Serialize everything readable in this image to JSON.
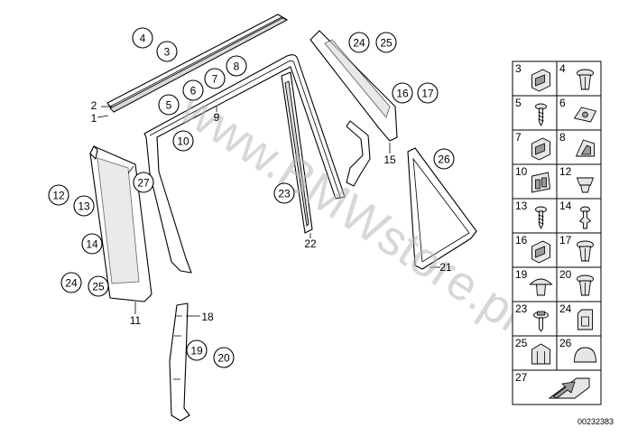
{
  "watermark": "www.BMWstore.pl",
  "diagram_id": "00232383",
  "callouts": [
    "4",
    "3",
    "8",
    "7",
    "6",
    "5",
    "10",
    "24",
    "25",
    "16",
    "17",
    "26",
    "23",
    "27",
    "12",
    "13",
    "14",
    "24",
    "25",
    "19",
    "20"
  ],
  "labels": [
    "2",
    "1",
    "9",
    "15",
    "22",
    "21",
    "11",
    "18"
  ],
  "legend": [
    {
      "num": "3",
      "icon": "clip-icon"
    },
    {
      "num": "4",
      "icon": "expanding-rivet-icon"
    },
    {
      "num": "5",
      "icon": "screw-icon"
    },
    {
      "num": "6",
      "icon": "spring-clip-icon"
    },
    {
      "num": "7",
      "icon": "clip-icon"
    },
    {
      "num": "8",
      "icon": "angled-clip-icon"
    },
    {
      "num": "10",
      "icon": "double-clip-icon"
    },
    {
      "num": "12",
      "icon": "nut-clip-icon"
    },
    {
      "num": "13",
      "icon": "screw-icon"
    },
    {
      "num": "14",
      "icon": "push-pin-icon"
    },
    {
      "num": "16",
      "icon": "clip-icon"
    },
    {
      "num": "17",
      "icon": "expanding-rivet-icon"
    },
    {
      "num": "19",
      "icon": "mushroom-clip-icon"
    },
    {
      "num": "20",
      "icon": "expanding-rivet-icon"
    },
    {
      "num": "23",
      "icon": "flange-screw-icon"
    },
    {
      "num": "24",
      "icon": "spring-nut-icon"
    },
    {
      "num": "25",
      "icon": "retainer-clip-icon"
    },
    {
      "num": "26",
      "icon": "rubber-dome-icon"
    },
    {
      "num": "27",
      "icon": "arrow-pad-icon"
    }
  ]
}
